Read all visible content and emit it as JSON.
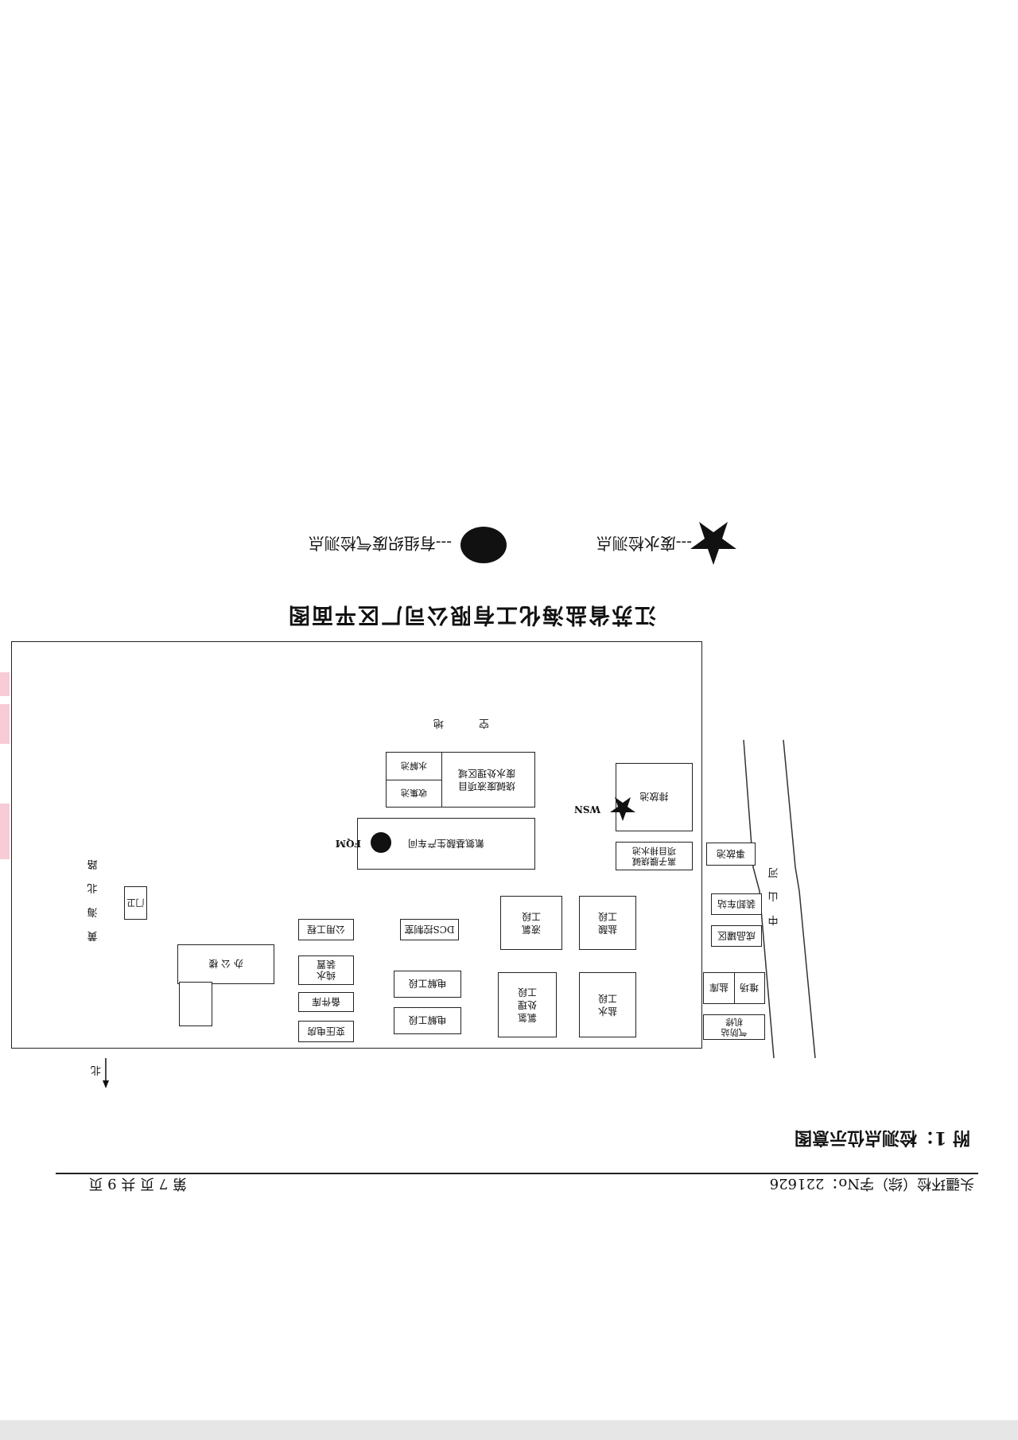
{
  "header": {
    "report_number": "头疆环检（综）字No：221626",
    "page_info": "第 7 页 共 9 页"
  },
  "appendix_title": "附 1：检测点位示意图",
  "map_title": "江苏省盐海化工有限公司厂区平面图",
  "legend": {
    "water_label": "---废水检测点",
    "gas_label": "---有组织废气检测点"
  },
  "north_label": "北",
  "roads": {
    "left_road": "黄 海 北 路",
    "river": "中 山 河"
  },
  "zones": {
    "open_land": "空 地",
    "gate": "门卫"
  },
  "buildings": {
    "chlor_alkali_waste": "烧碱废液项目\n废水处理区域",
    "evap_pool": "收集池",
    "water_tank": "水解池",
    "cyan_workshop": "氰氨基酸生产车间",
    "fqm": "FQM",
    "drain_pool": "排放池",
    "wsn": "WSN",
    "ion_membrane": "离子膜烧碱\n项目排水池",
    "accident_pool": "事故池",
    "chlorine_section": "液氯\n工段",
    "acid_section": "盐酸\n工段",
    "loading_station": "装卸车站",
    "product_tank": "成品罐区",
    "public_works": "公用工程",
    "dcs_room": "DCS控制室",
    "office": "办 公 楼",
    "pure_water": "纯水\n装置",
    "electrolysis_1": "电解工段",
    "electrolysis_2": "电解工段",
    "spare_parts": "备件库",
    "transformer": "变压电房",
    "chlorine_treatment": "氯氢\n处理\n工段",
    "brine_section": "盐水\n工段",
    "salt_field": "盐库",
    "pile_field": "堆场",
    "gas_station": "气防站\n机修"
  },
  "colors": {
    "ink": "#111111",
    "stamp": "#f3b7c4"
  },
  "icons": {
    "water_point": "star-icon",
    "gas_point": "filled-circle-icon",
    "north": "arrow-up-icon"
  }
}
